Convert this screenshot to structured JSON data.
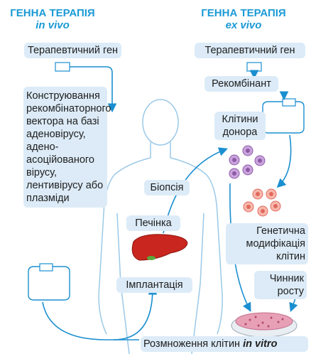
{
  "left_header": {
    "title": "ГЕННА ТЕРАПІЯ",
    "subtitle": "in vivo"
  },
  "right_header": {
    "title": "ГЕННА ТЕРАПІЯ",
    "subtitle": "ex vivo"
  },
  "labels": {
    "gene_left": "Терапевтичний ген",
    "gene_right": "Терапевтичний ген",
    "vector_construction": "Конструювання рекомбінаторного вектора на базі аденовірусу, адено-асоційованого вірусу, лентивірусу або плазміди",
    "recombinant": "Рекомбінант",
    "donor_cells": "Клітини донора",
    "biopsy": "Біопсія",
    "liver": "Печінка",
    "genetic_modification": "Генетична модифікація клітин",
    "growth_factor": "Чинник росту",
    "implantation": "Імплантація",
    "multiplication_prefix": "Розмноження клітин ",
    "multiplication_suffix": "in vitro"
  },
  "colors": {
    "header": "#1b9ad6",
    "box_fill": "#dcebf7",
    "arrow": "#1b8fd0",
    "body_outline": "#9bc9e8",
    "liver": "#c8261e",
    "donor_cell": "#a86bbf",
    "modified_cell": "#f08a7e"
  },
  "icons": [
    "plasmid-icon",
    "liver-icon",
    "cell-icon",
    "petri-dish-icon",
    "human-silhouette"
  ]
}
